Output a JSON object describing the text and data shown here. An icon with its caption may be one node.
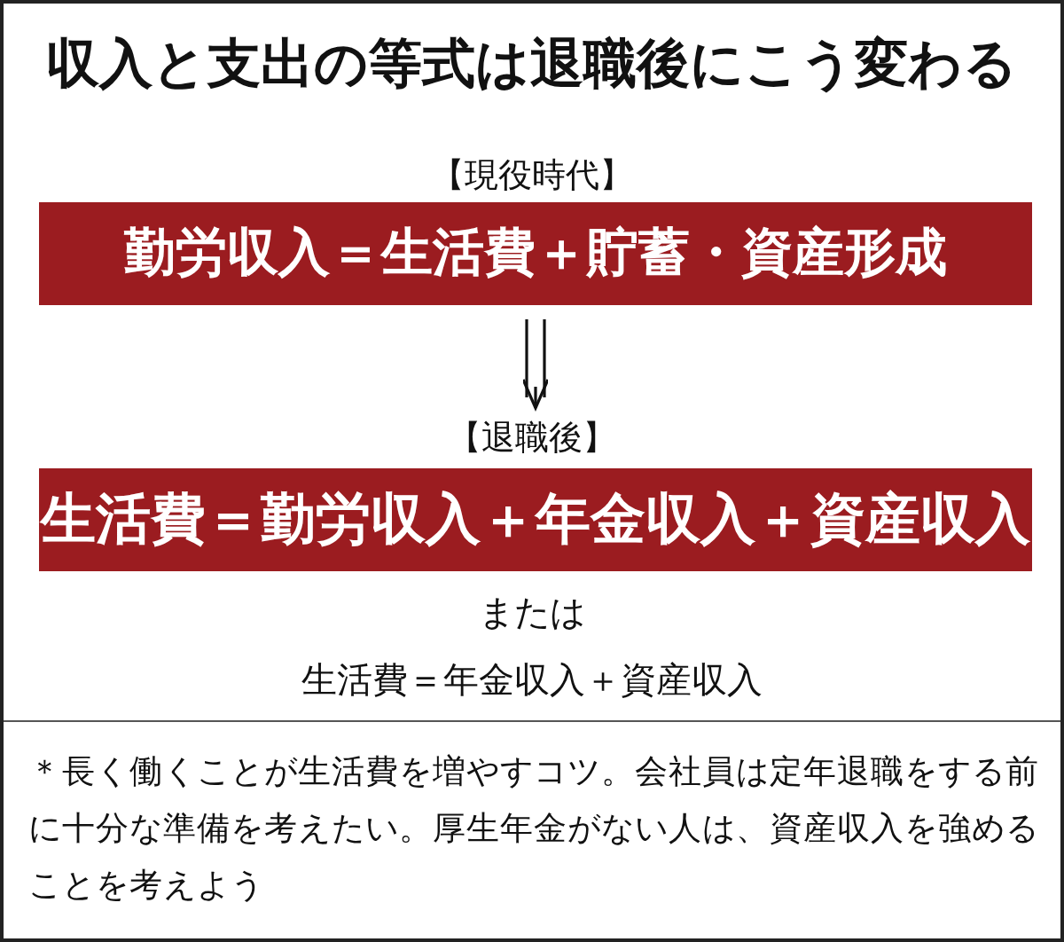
{
  "diagram": {
    "title": "収入と支出の等式は退職後にこう変わる",
    "nodes": [
      {
        "text": [
          "勤労収入＝生活費＋貯蓄・資産形成"
        ],
        "beside": [
          "【現役時代】"
        ]
      },
      {
        "text": [
          "生活費＝勤労収入＋年金収入＋資産収入"
        ],
        "beside": [
          "【退職後】"
        ]
      }
    ],
    "edges": [
      {
        "from": 0,
        "to": 1,
        "arrow": "to"
      }
    ],
    "labels": [
      "または",
      "生活費＝年金収入＋資産収入",
      "＊長く働くことが生活費を増やすコツ。会社員は定年退職をする前に十分な準備を考えたい。厚生年金がない人は、資産収入を強めることを考えよう"
    ]
  }
}
